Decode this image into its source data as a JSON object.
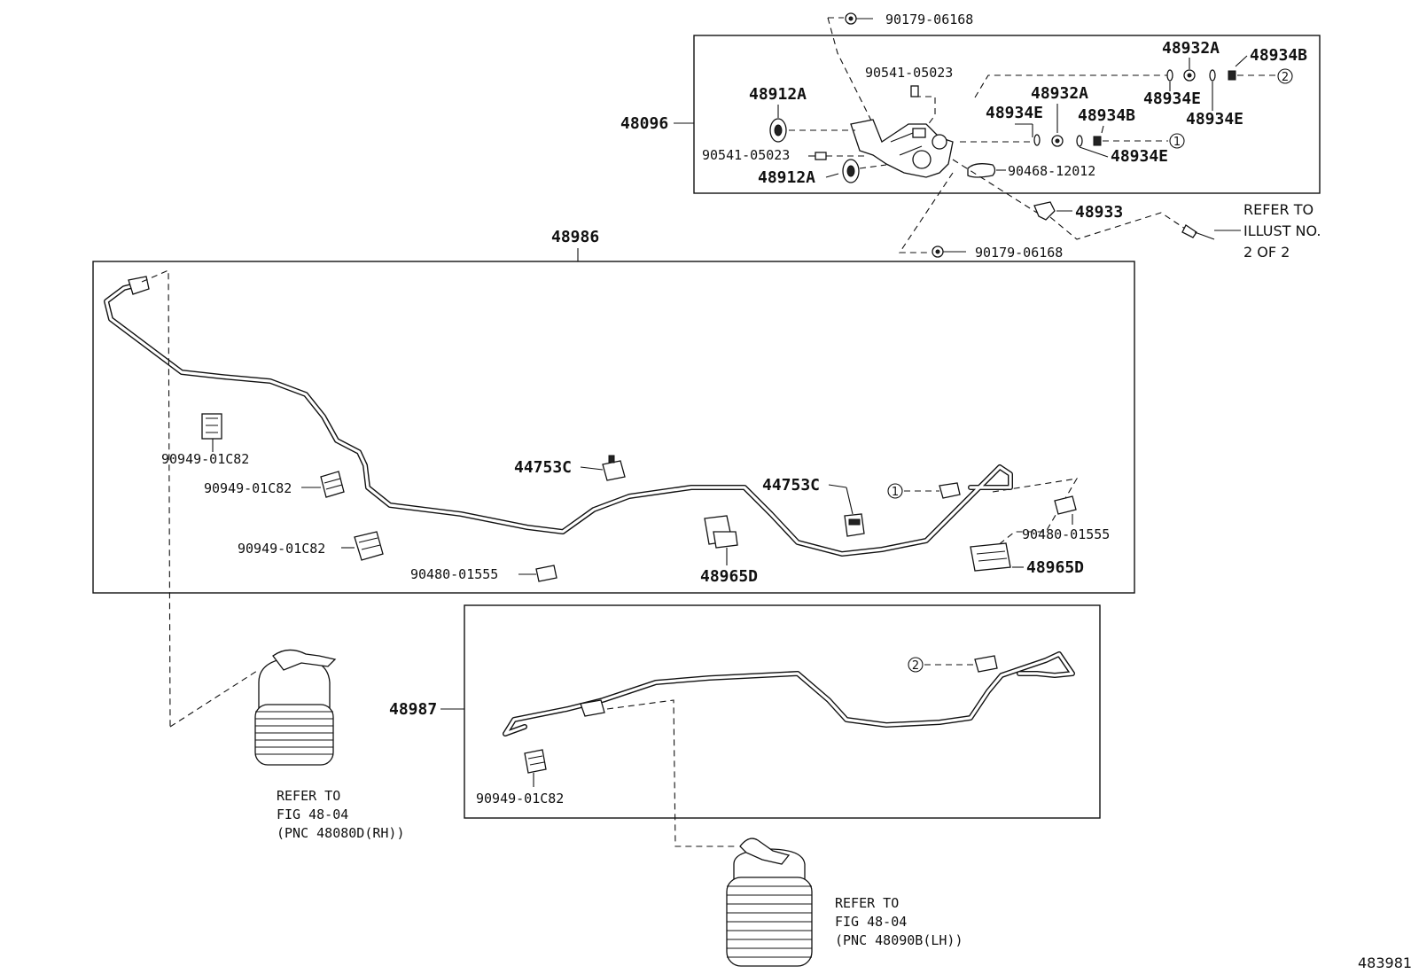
{
  "diagram_id": "483981",
  "groups": {
    "pump_assembly": "48096",
    "front_line": "48986",
    "rear_line": "48987"
  },
  "parts": {
    "p90179_top": "90179-06168",
    "p90179_bottom": "90179-06168",
    "p90541_a": "90541-05023",
    "p90541_b": "90541-05023",
    "p48912A_top": "48912A",
    "p48912A_bottom": "48912A",
    "p48932A_a": "48932A",
    "p48932A_b": "48932A",
    "p48934B_a": "48934B",
    "p48934B_b": "48934B",
    "p48934E_a": "48934E",
    "p48934E_b": "48934E",
    "p48934E_c": "48934E",
    "p48934E_d": "48934E",
    "p90468": "90468-12012",
    "p48933": "48933",
    "p90949_a": "90949-01C82",
    "p90949_b": "90949-01C82",
    "p90949_c": "90949-01C82",
    "p90949_d": "90949-01C82",
    "p44753C_a": "44753C",
    "p44753C_b": "44753C",
    "p90480_a": "90480-01555",
    "p90480_b": "90480-01555",
    "p48965D_a": "48965D",
    "p48965D_b": "48965D"
  },
  "connectors": {
    "c1": "1",
    "c2": "2"
  },
  "notes": {
    "illust_line1": "REFER TO",
    "illust_line2": "ILLUST NO.",
    "illust_line3": "2 OF 2",
    "rh_line1": "REFER TO",
    "rh_line2": "FIG 48-04",
    "rh_line3": "(PNC 48080D(RH))",
    "lh_line1": "REFER TO",
    "lh_line2": "FIG 48-04",
    "lh_line3": "(PNC 48090B(LH))"
  }
}
